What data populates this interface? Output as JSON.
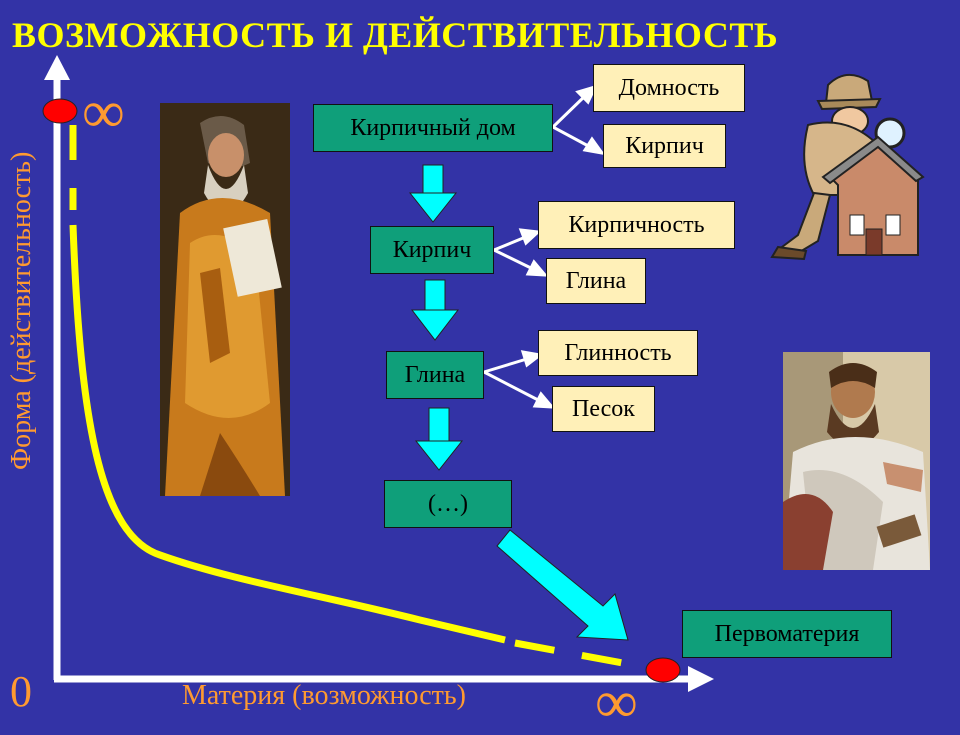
{
  "title": "ВОЗМОЖНОСТЬ И ДЕЙСТВИТЕЛЬНОСТЬ",
  "axes": {
    "y_label": "Форма (действительность)",
    "x_label": "Материя (возможность)",
    "origin": "0",
    "infinity_top": "∞",
    "infinity_right": "∞"
  },
  "chain": {
    "level1": {
      "node": "Кирпичный дом",
      "form": "Домность",
      "matter": "Кирпич"
    },
    "level2": {
      "node": "Кирпич",
      "form": "Кирпичность",
      "matter": "Глина"
    },
    "level3": {
      "node": "Глина",
      "form": "Глинность",
      "matter": "Песок"
    },
    "level4": {
      "node": "(…)"
    },
    "end": "Первоматерия"
  },
  "colors": {
    "background": "#3333a6",
    "title": "#ffff00",
    "axis_label": "#ff9a30",
    "node_fill": "#0f9f7a",
    "leaf_fill": "#fff0b8",
    "arrow": "#00ffff",
    "curve": "#ffff00",
    "endpoint": "#ff0000"
  }
}
